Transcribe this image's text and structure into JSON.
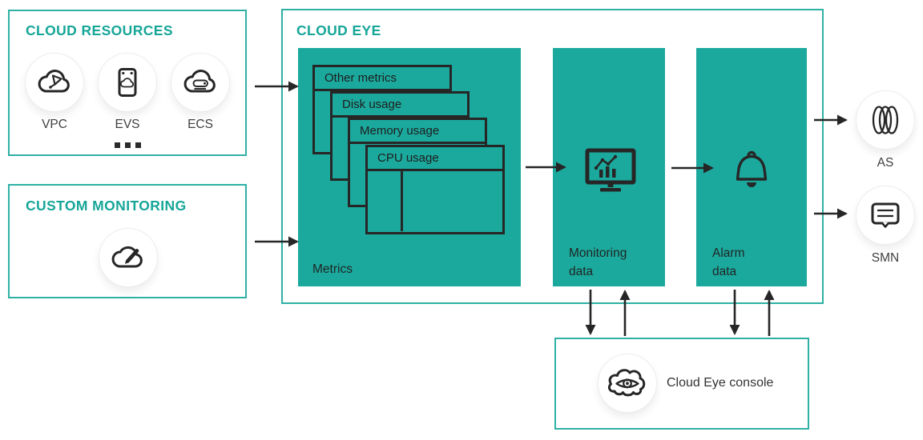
{
  "colors": {
    "teal": "#1CA99D",
    "teal-border": "#2FB0A5",
    "teal-title": "#16A698",
    "ink": "#262626",
    "label": "#3F3F3F",
    "panel-text": "#1F2524",
    "circle-border": "#ECECEC"
  },
  "cloud_resources": {
    "title": "CLOUD RESOURCES",
    "items": [
      {
        "label": "VPC",
        "icon": "vpc-cloud-icon"
      },
      {
        "label": "EVS",
        "icon": "evs-disk-icon"
      },
      {
        "label": "ECS",
        "icon": "ecs-cloud-server-icon"
      }
    ],
    "more": "more-dots-icon"
  },
  "custom_monitoring": {
    "title": "CUSTOM MONITORING",
    "icon": "cloud-edit-icon"
  },
  "cloud_eye": {
    "title": "CLOUD EYE",
    "metrics_panel": {
      "label": "Metrics",
      "cards": [
        {
          "label": "Other metrics"
        },
        {
          "label": "Disk usage"
        },
        {
          "label": "Memory usage"
        },
        {
          "label": "CPU usage"
        }
      ]
    },
    "monitoring_panel": {
      "label": "Monitoring\ndata",
      "icon": "monitor-chart-icon"
    },
    "alarm_panel": {
      "label": "Alarm\ndata",
      "icon": "bell-icon"
    }
  },
  "outputs": [
    {
      "label": "AS",
      "icon": "auto-scaling-waves-icon"
    },
    {
      "label": "SMN",
      "icon": "message-bubble-icon"
    }
  ],
  "console": {
    "label": "Cloud Eye console",
    "icon": "cloud-eye-icon"
  }
}
